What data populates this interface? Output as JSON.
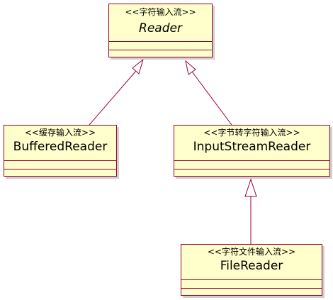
{
  "colors": {
    "class_fill": "#ffffcc",
    "class_border": "#990033",
    "edge": "#990033",
    "shadow": "#cfcfcf"
  },
  "classes": {
    "reader": {
      "stereotype": "<<字符输入流>>",
      "name": "Reader",
      "abstract": true
    },
    "buffered_reader": {
      "stereotype": "<<缓存输入流>>",
      "name": "BufferedReader"
    },
    "input_stream_reader": {
      "stereotype": "<<字节转字符输入流>>",
      "name": "InputStreamReader"
    },
    "file_reader": {
      "stereotype": "<<字符文件输入流>>",
      "name": "FileReader"
    }
  },
  "relations": [
    {
      "type": "generalization",
      "from": "BufferedReader",
      "to": "Reader"
    },
    {
      "type": "generalization",
      "from": "InputStreamReader",
      "to": "Reader"
    },
    {
      "type": "generalization",
      "from": "FileReader",
      "to": "InputStreamReader"
    }
  ]
}
